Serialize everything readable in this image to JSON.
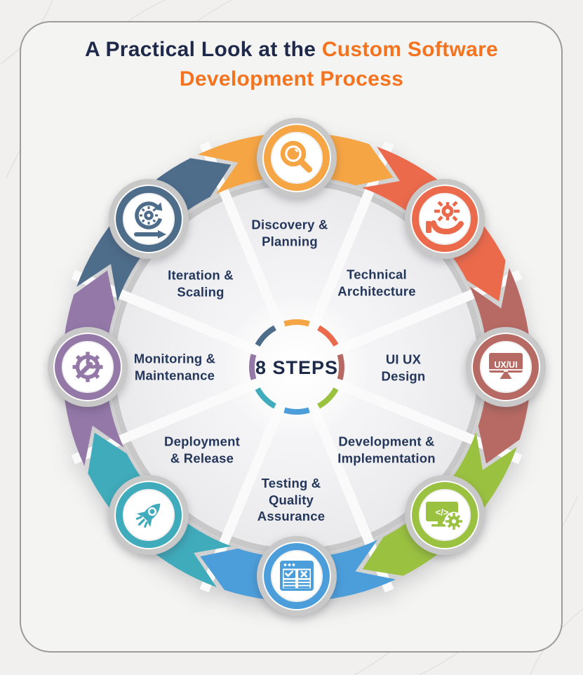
{
  "title": {
    "dark": "A Practical Look at the",
    "accent_line1": "Custom Software",
    "accent_line2": "Development Process",
    "dark_color": "#1f2a4a",
    "accent_color": "#f4731f"
  },
  "center": {
    "label": "8 STEPS"
  },
  "decor": {
    "sparkle_color": "#f26b1d",
    "ring_silver": "#c8c8c9",
    "label_color": "#24375a"
  },
  "steps": [
    {
      "label": "Discovery &\nPlanning",
      "color": "#F6A544",
      "icon": "magnifier-icon"
    },
    {
      "label": "Technical\nArchitecture",
      "color": "#EC6A4C",
      "icon": "gear-in-hand-icon"
    },
    {
      "label": "UI UX\nDesign",
      "color": "#B76A63",
      "icon": "uxui-monitor-icon",
      "icon_text": "UX/UI"
    },
    {
      "label": "Development &\nImplementation",
      "color": "#9BC140",
      "icon": "code-monitor-gear-icon",
      "icon_text": "</>"
    },
    {
      "label": "Testing &\nQuality\nAssurance",
      "color": "#4C9EDB",
      "icon": "checklist-window-icon"
    },
    {
      "label": "Deployment\n& Release",
      "color": "#40ABBB",
      "icon": "rocket-icon"
    },
    {
      "label": "Monitoring &\nMaintenance",
      "color": "#9378A8",
      "icon": "wrench-gear-icon"
    },
    {
      "label": "Iteration &\nScaling",
      "color": "#4D6D8B",
      "icon": "iteration-loop-icon"
    }
  ]
}
